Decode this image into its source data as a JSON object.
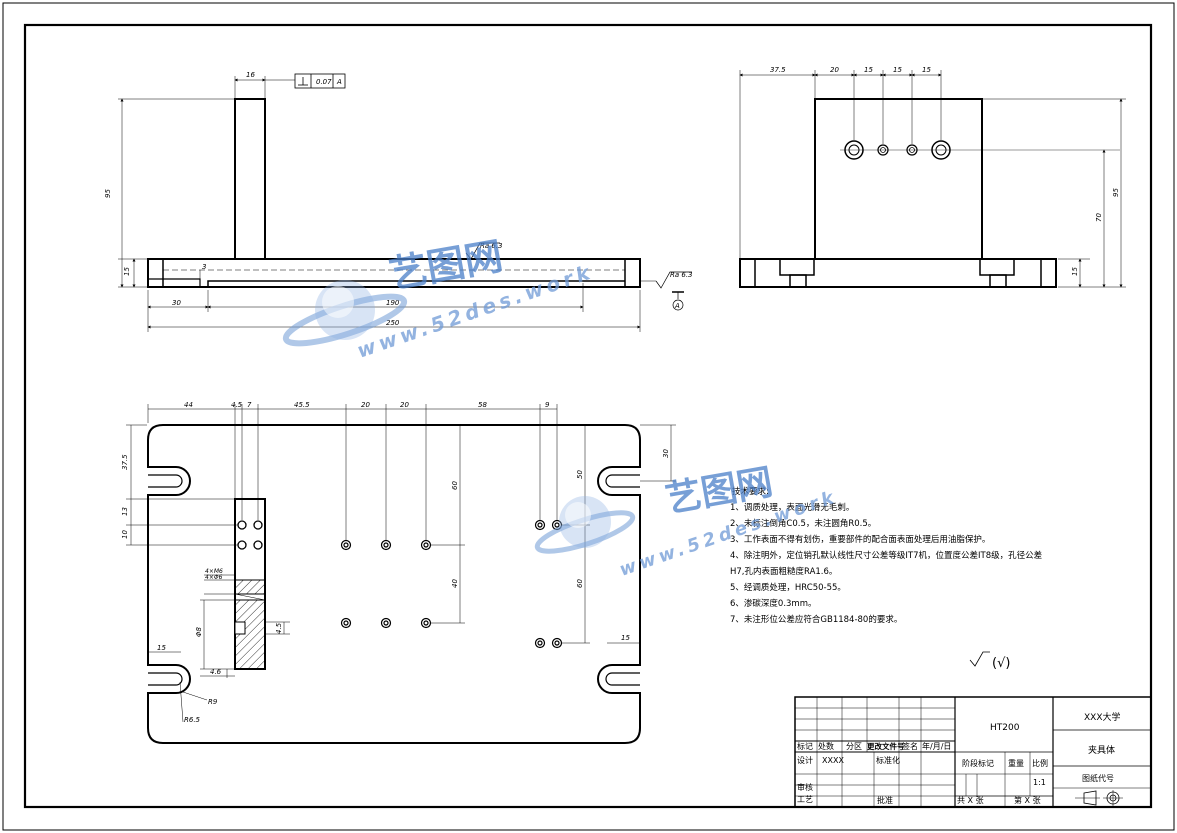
{
  "front_view": {
    "dims": {
      "top_width": "16",
      "height_total": "95",
      "base_height": "15",
      "groove_depth": "3",
      "offset": "30",
      "groove_length": "190",
      "overall_length": "250"
    },
    "tolerance_value": "0.07",
    "tolerance_datum": "A",
    "roughness_top": "Ra 6.3",
    "roughness_right": "Ra 6.3",
    "datum_label": "A"
  },
  "side_view": {
    "dims": {
      "d1": "37.5",
      "d2": "20",
      "d3": "15",
      "d4": "15",
      "d5": "15",
      "h_total": "95",
      "h_center": "70",
      "h_base": "15"
    }
  },
  "top_view": {
    "dims": {
      "x1": "44",
      "x2": "4.5",
      "x3": "7",
      "x4": "45.5",
      "x5": "20",
      "x6": "20",
      "x7": "58",
      "x8": "9",
      "y1": "37.5",
      "y2": "13",
      "y3": "10",
      "y4": "60",
      "y5": "40",
      "y6": "50",
      "y7": "60",
      "y8": "30",
      "r_slot": "15",
      "r_right": "15",
      "hole1": "4×M6",
      "hole2": "4×Φ6",
      "hole3": "Φ8",
      "depth": "4.5",
      "w": "4.6",
      "r1": "R9",
      "r2": "R6.5"
    }
  },
  "notes": {
    "title": "技术要求:",
    "items": [
      "1、调质处理，表面光滑无毛刺。",
      "2、未标注倒角C0.5，未注圆角R0.5。",
      "3、工作表面不得有划伤，重要部件的配合面表面处理后用油脂保护。",
      "4、除注明外，定位销孔默认线性尺寸公差等级IT7机，位置度公差IT8级，孔径公差",
      "H7,孔内表面粗糙度RA1.6。",
      "5、经调质处理，HRC50-55。",
      "6、渗碳深度0.3mm。",
      "7、未注形位公差应符合GB1184-80的要求。"
    ],
    "roughness_general": "(√)"
  },
  "title_block": {
    "material": "HT200",
    "school": "XXX大学",
    "part_name": "夹具体",
    "drawing_code": "图纸代号",
    "row_labels": [
      "标记",
      "处数",
      "分区",
      "更改文件号",
      "签名",
      "年/月/日"
    ],
    "design": "设计",
    "designer": "XXXX",
    "standardize": "标准化",
    "review": "审核",
    "process": "工艺",
    "approve": "批准",
    "stage_mark": "阶段标记",
    "weight": "重量",
    "scale": "比例",
    "scale_value": "1:1",
    "sheets_total": "共 X 张",
    "sheet_no": "第 X 张"
  },
  "watermark": {
    "brand": "艺图网",
    "url1": "www.52des.work",
    "url2": "www.52des.work"
  }
}
